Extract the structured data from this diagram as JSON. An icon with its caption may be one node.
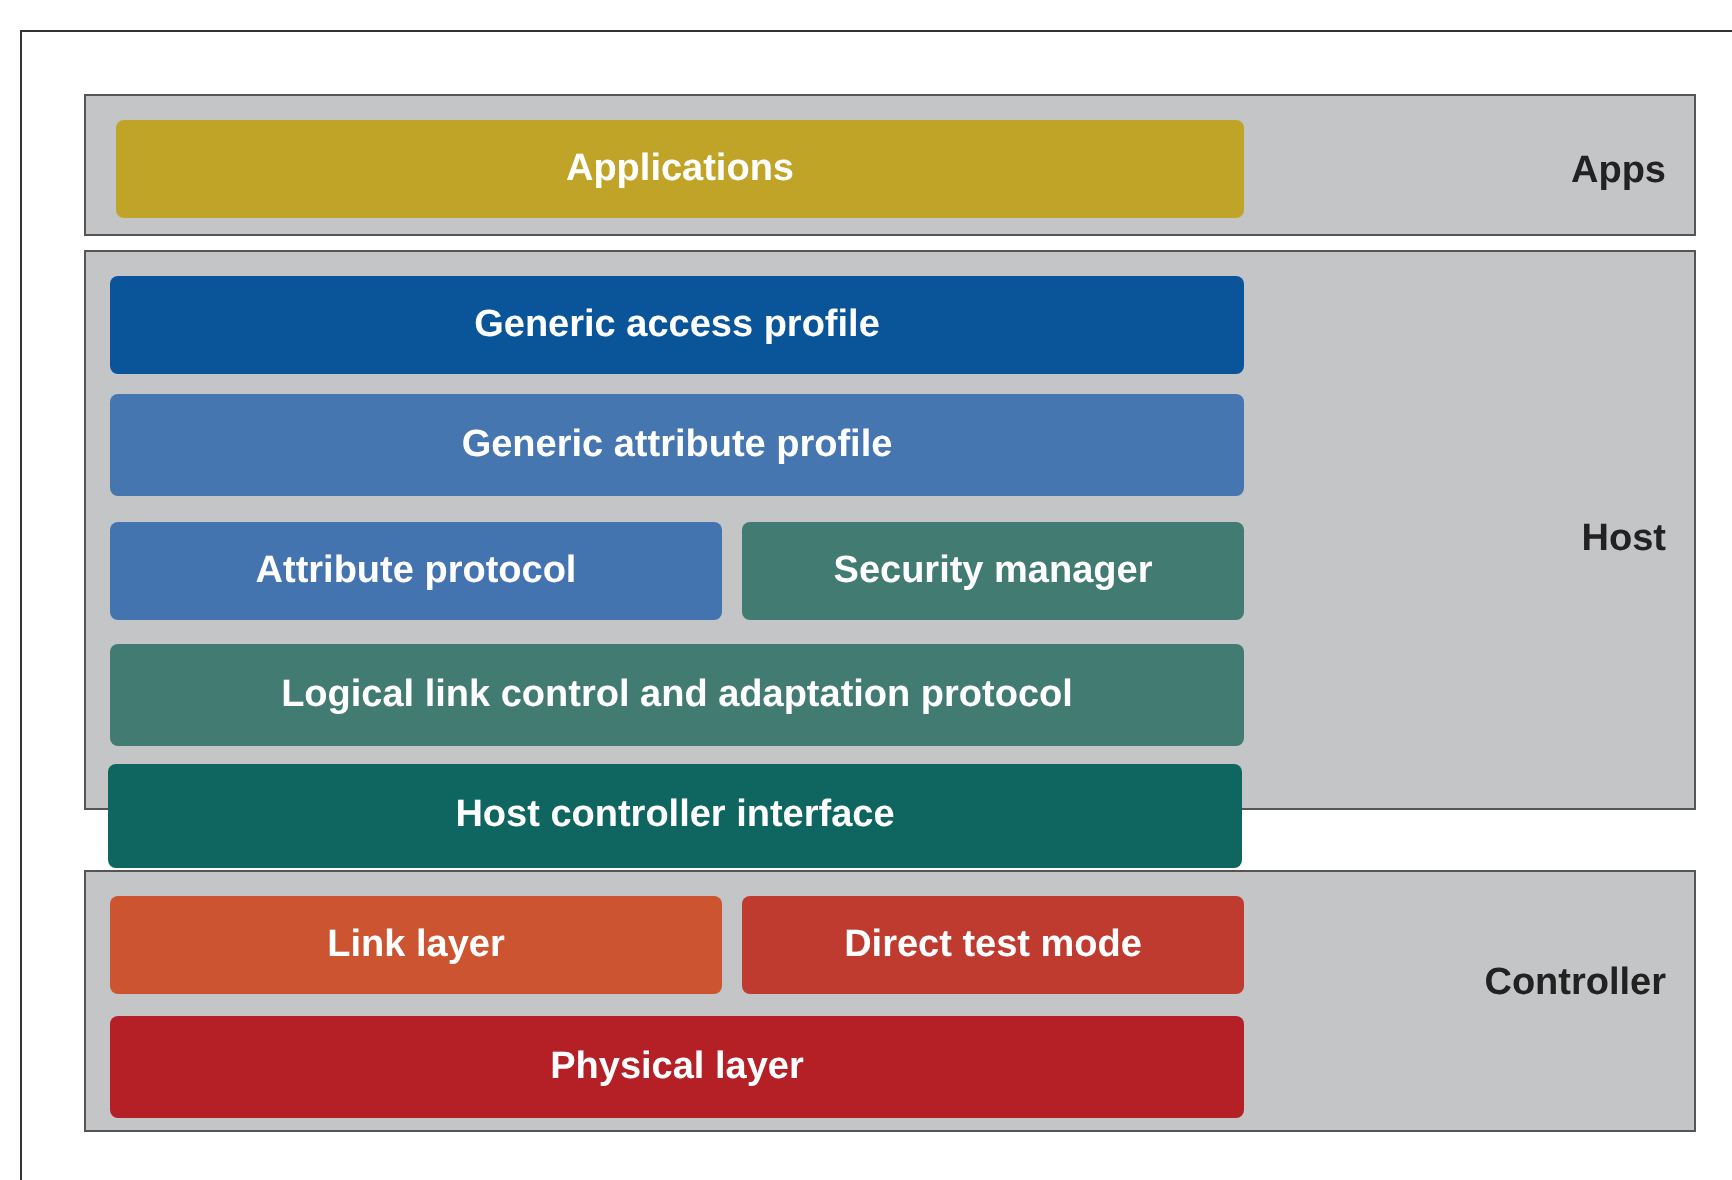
{
  "diagram": {
    "nodes": [
      {
        "text": [
          "Apps"
        ]
      },
      {
        "text": [
          "Applications"
        ],
        "in": 0
      },
      {
        "text": [
          "Host"
        ]
      },
      {
        "text": [
          "Generic access profile"
        ],
        "in": 2
      },
      {
        "text": [
          "Generic attribute profile"
        ],
        "in": 2
      },
      {
        "text": [
          "Attribute protocol"
        ],
        "in": 2
      },
      {
        "text": [
          "Security manager"
        ],
        "in": 2
      },
      {
        "text": [
          "Logical link control and adaptation protocol"
        ],
        "in": 2
      },
      {
        "text": [
          "Host controller interface"
        ]
      },
      {
        "text": [
          "Controller"
        ]
      },
      {
        "text": [
          "Link layer"
        ],
        "in": 9
      },
      {
        "text": [
          "Direct test mode"
        ],
        "in": 9
      },
      {
        "text": [
          "Physical layer"
        ],
        "in": 9
      }
    ],
    "edges": []
  }
}
